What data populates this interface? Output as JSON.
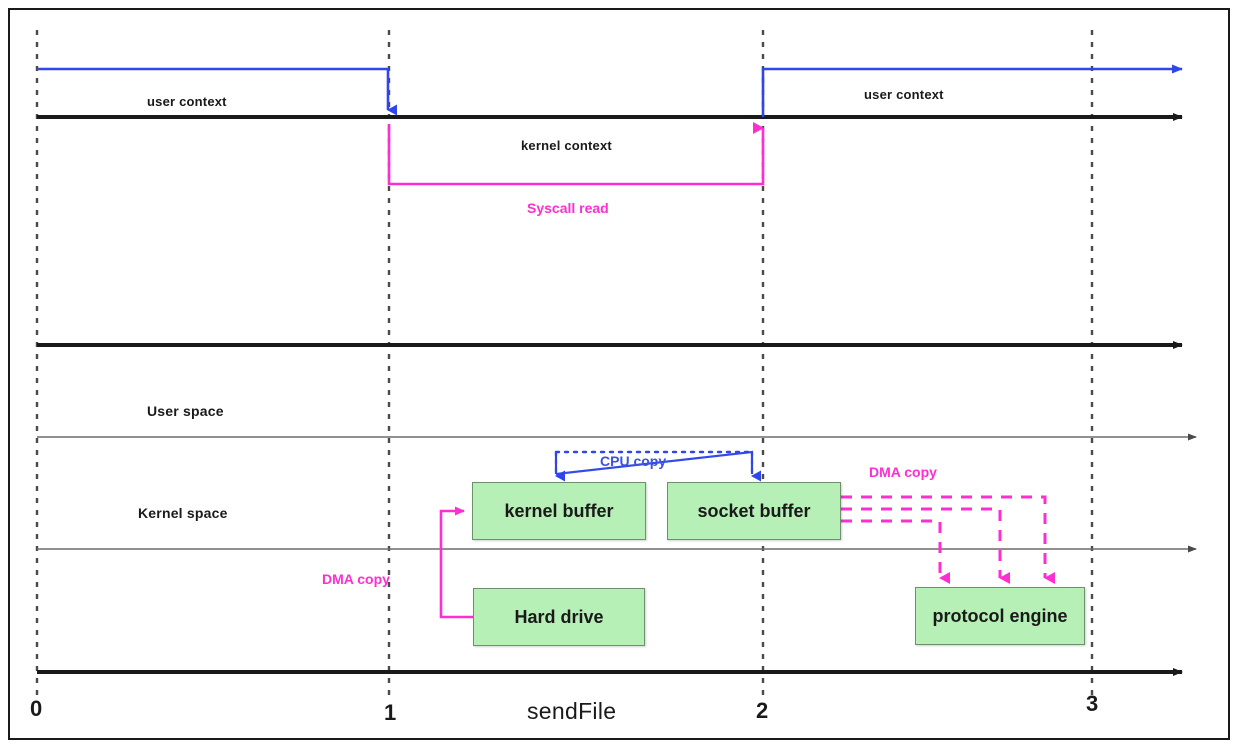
{
  "diagram": {
    "title": "sendFile",
    "axis_ticks": [
      "0",
      "1",
      "2",
      "3"
    ],
    "context_labels": {
      "user_context_left": "user context",
      "user_context_right": "user context",
      "kernel_context": "kernel context",
      "syscall_read": "Syscall read"
    },
    "space_labels": {
      "user_space": "User space",
      "kernel_space": "Kernel  space"
    },
    "copy_labels": {
      "cpu_copy": "CPU copy",
      "dma_copy_right": "DMA copy",
      "dma_copy_left": "DMA copy"
    },
    "boxes": [
      {
        "id": "kernel-buffer",
        "label": "kernel buffer"
      },
      {
        "id": "socket-buffer",
        "label": "socket buffer"
      },
      {
        "id": "hard-drive",
        "label": "Hard drive"
      },
      {
        "id": "protocol-engine",
        "label": "protocol engine"
      }
    ],
    "colors": {
      "blue": "#2f46e8",
      "magenta": "#ff2ed1",
      "box_fill": "#b6f0b6",
      "box_stroke": "#6f8f6f",
      "axis": "#1a1a1a",
      "thin_axis": "#6b6b6b",
      "dashed_guide": "#4a4a4a"
    }
  }
}
